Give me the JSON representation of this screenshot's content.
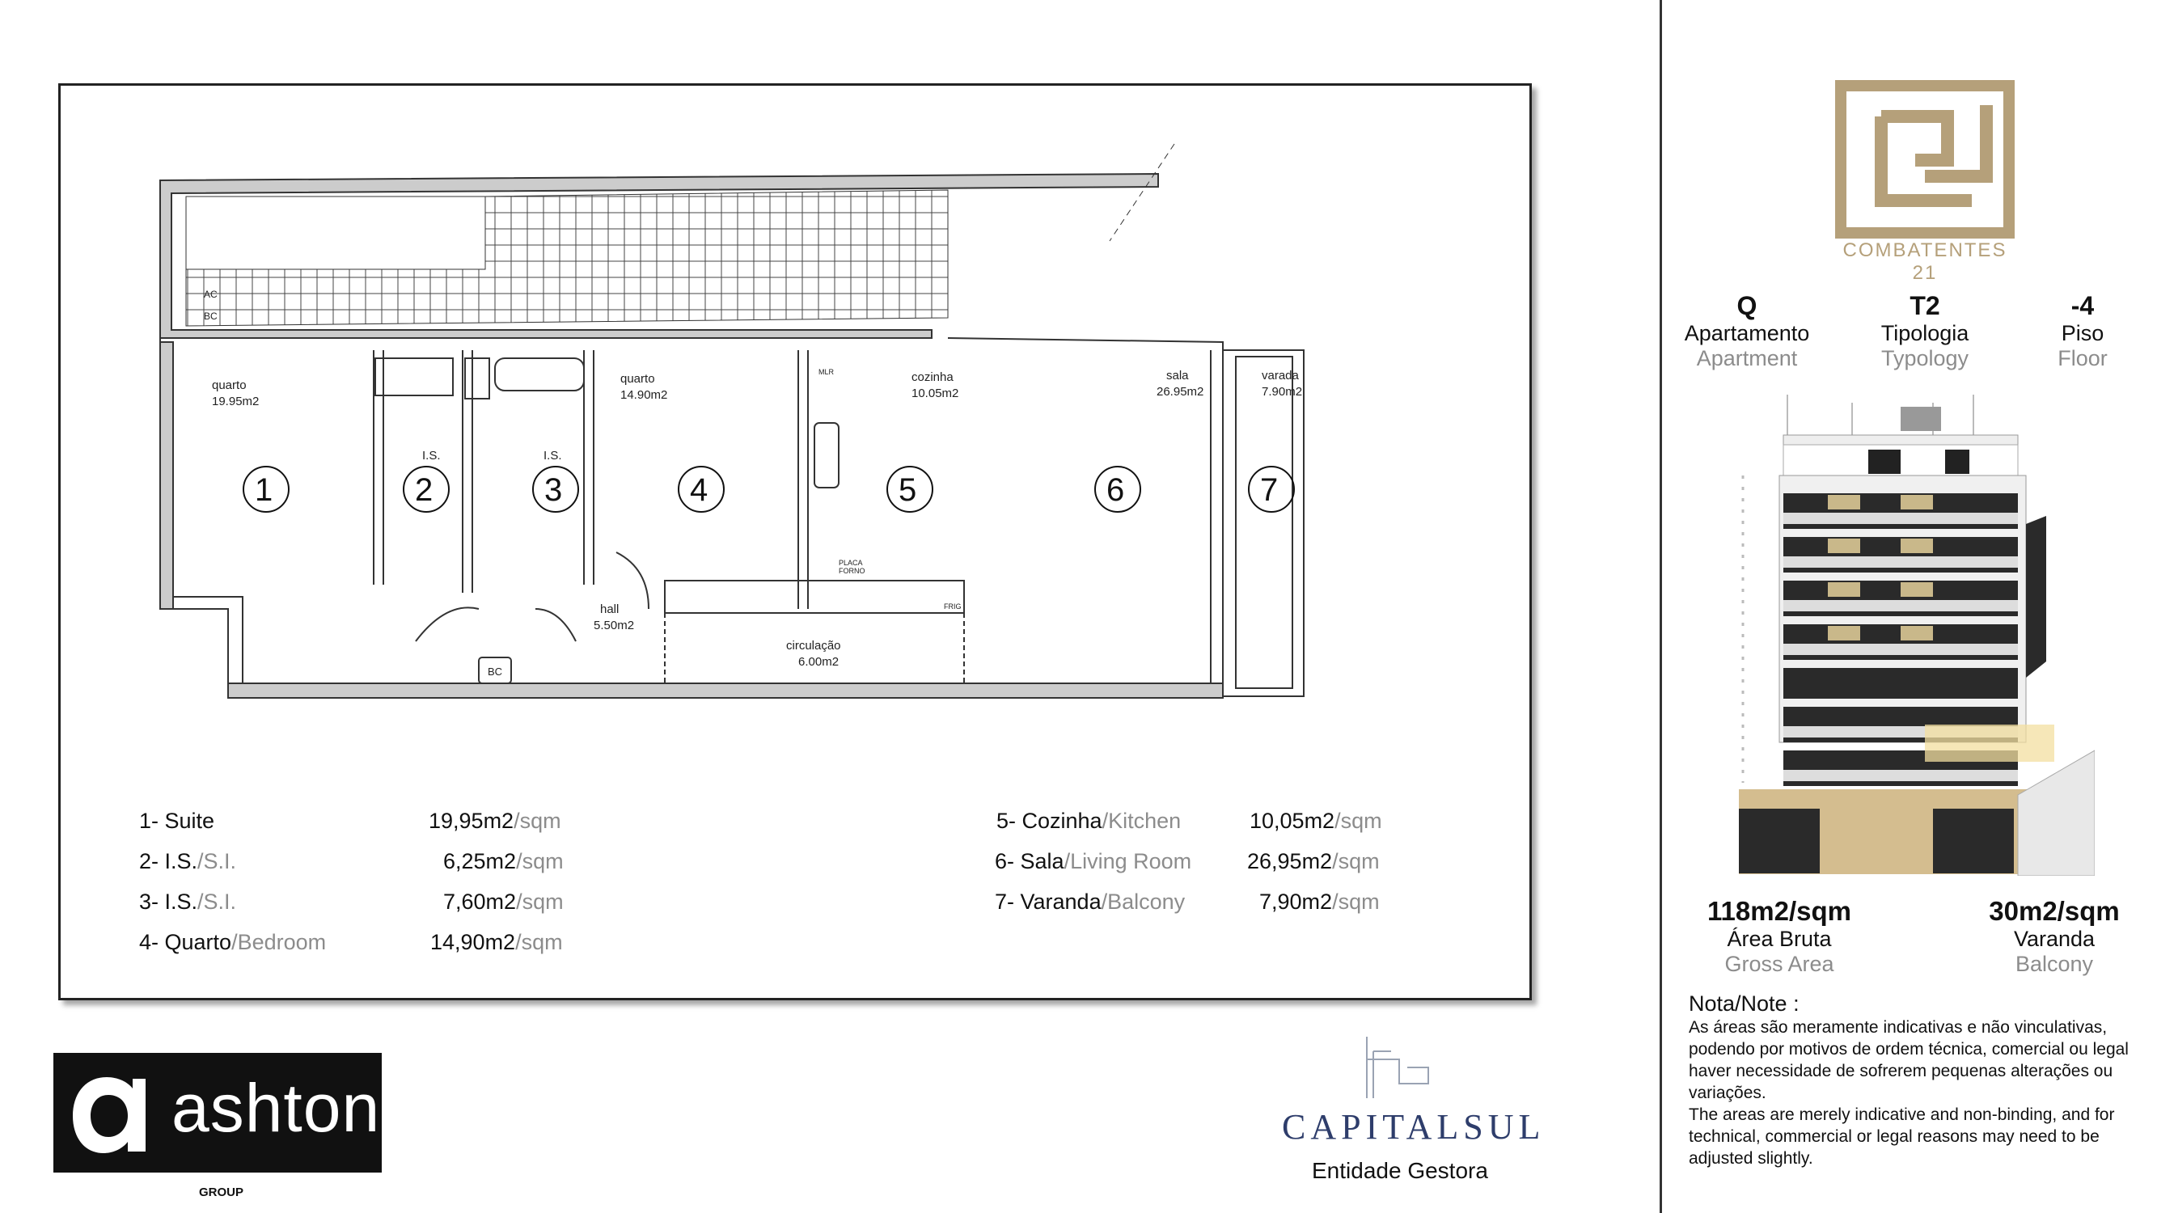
{
  "plan": {
    "rooms": [
      {
        "num": "1",
        "name": "quarto",
        "area": "19.95m2"
      },
      {
        "num": "2",
        "name": "I.S.",
        "area": ""
      },
      {
        "num": "3",
        "name": "I.S.",
        "area": ""
      },
      {
        "num": "4",
        "name": "quarto",
        "area": "14.90m2"
      },
      {
        "num": "5",
        "name": "cozinha",
        "area": "10.05m2"
      },
      {
        "num": "6",
        "name": "sala",
        "area": "26.95m2"
      },
      {
        "num": "7",
        "name": "varada",
        "area": "7.90m2"
      }
    ],
    "hall": {
      "name": "hall",
      "area": "5.50m2"
    },
    "circulacao": {
      "name": "circulação",
      "area": "6.00m2"
    },
    "tags": {
      "ac": "AC",
      "bc": "BC",
      "mlr": "MLR",
      "placa": "PLACA",
      "forno": "FORNO",
      "frig": "FRIG"
    }
  },
  "legend": [
    {
      "label": "1- Suite",
      "en": "",
      "area": "19,95m2",
      "unit": "/sqm"
    },
    {
      "label": "2- I.S.",
      "en": "/S.I.",
      "area": "6,25m2",
      "unit": "/sqm"
    },
    {
      "label": "3- I.S.",
      "en": "/S.I.",
      "area": "7,60m2",
      "unit": "/sqm"
    },
    {
      "label": "4- Quarto",
      "en": "/Bedroom",
      "area": "14,90m2",
      "unit": "/sqm"
    },
    {
      "label": "5- Cozinha",
      "en": "/Kitchen",
      "area": "10,05m2",
      "unit": "/sqm"
    },
    {
      "label": "6- Sala",
      "en": "/Living Room",
      "area": "26,95m2",
      "unit": "/sqm"
    },
    {
      "label": "7- Varanda",
      "en": "/Balcony",
      "area": "7,90m2",
      "unit": "/sqm"
    }
  ],
  "brand": {
    "name": "COMBATENTES 21",
    "color": "#b5a07a"
  },
  "info": [
    {
      "value": "Q",
      "pt": "Apartamento",
      "en": "Apartment"
    },
    {
      "value": "T2",
      "pt": "Tipologia",
      "en": "Typology"
    },
    {
      "value": "-4",
      "pt": "Piso",
      "en": "Floor"
    }
  ],
  "areas": [
    {
      "value": "118m2/sqm",
      "pt": "Área Bruta",
      "en": "Gross Area"
    },
    {
      "value": "30m2/sqm",
      "pt": "Varanda",
      "en": "Balcony"
    }
  ],
  "note": {
    "title": "Nota/Note :",
    "pt": "As áreas são meramente indicativas e não vinculativas, podendo por motivos de ordem técnica, comercial ou legal haver necessidade de sofrerem pequenas alterações ou variações.",
    "en": "The areas are merely indicative and non-binding, and for technical, commercial or legal reasons may need to be adjusted slightly."
  },
  "ashton": {
    "word": "ashton",
    "group": "GROUP"
  },
  "capitalsul": {
    "name": "CAPITALSUL",
    "subtitle": "Entidade Gestora",
    "color": "#2e3d6b"
  }
}
